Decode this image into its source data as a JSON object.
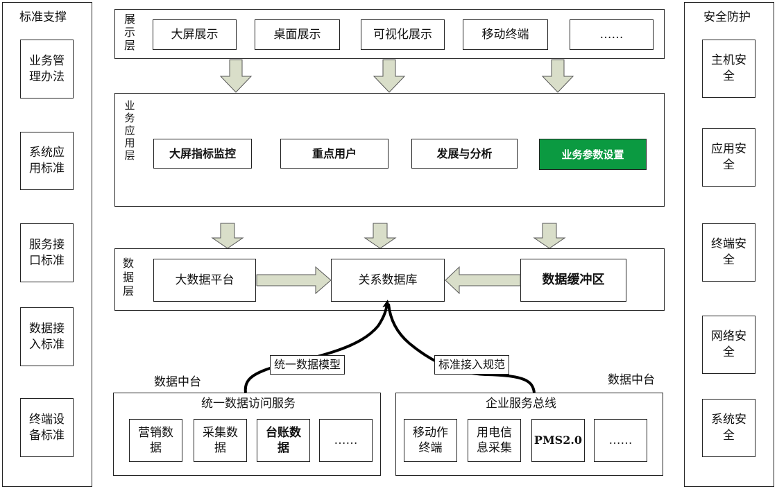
{
  "left_panel": {
    "title": "标准支撑",
    "items": [
      "业务管理办法",
      "系统应用标准",
      "服务接口标准",
      "数据接入标准",
      "终端设备标准"
    ]
  },
  "right_panel": {
    "title": "安全防护",
    "items": [
      "主机安全",
      "应用安全",
      "终端安全",
      "网络安全",
      "系统安全"
    ]
  },
  "display_layer": {
    "label": "展示层",
    "items": [
      "大屏展示",
      "桌面展示",
      "可视化展示",
      "移动终端",
      "……"
    ]
  },
  "business_layer": {
    "label": "业务应用层",
    "items": [
      "大屏指标监控",
      "重点用户",
      "发展与分析",
      "业务参数设置"
    ],
    "highlight_color": "#0b9a41"
  },
  "data_layer": {
    "label": "数据层",
    "left": "大数据平台",
    "center": "关系数据库",
    "right": "数据缓冲区"
  },
  "connectors": {
    "left_tag": "统一数据模型",
    "right_tag": "标准接入规范"
  },
  "middle_left": {
    "caption": "数据中台",
    "title": "统一数据访问服务",
    "items": [
      "营销数据",
      "采集数据",
      "台账数据",
      "……"
    ]
  },
  "middle_right": {
    "caption": "数据中台",
    "title": "企业服务总线",
    "items": [
      "移动作终端",
      "用电信息采集",
      "PMS2.0",
      "……"
    ]
  }
}
